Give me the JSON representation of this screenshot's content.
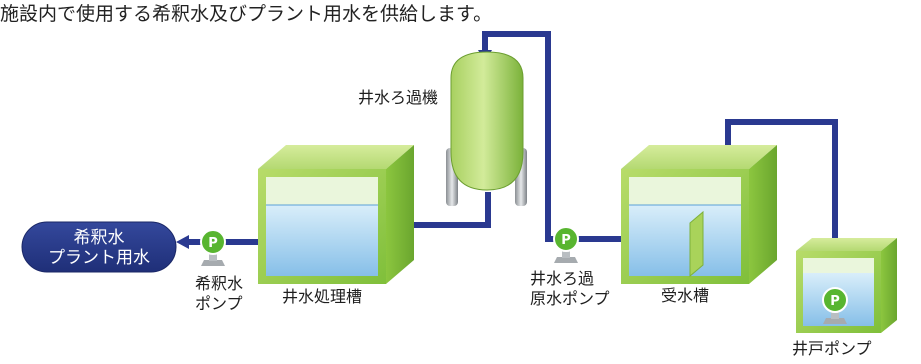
{
  "title": "施設内で使用する希釈水及びプラント用水を供給します。",
  "labels": {
    "filter": "井水ろ過機",
    "dilution_pump": [
      "希釈水",
      "ポンプ"
    ],
    "treatment_tank": "井水処理槽",
    "raw_pump": [
      "井水ろ過",
      "原水ポンプ"
    ],
    "receiving_tank": "受水槽",
    "well_pump": "井戸ポンプ"
  },
  "output": [
    "希釈水",
    "プラント用水"
  ],
  "pump_symbol": "P",
  "colors": {
    "pipe": "#2a3990",
    "tank_green": "#8cc63f",
    "tank_green_light": "#c4e080",
    "water": "#8fc6ea",
    "pump_green": "#58b530",
    "output_navy": "#283c8c"
  },
  "icons": [
    "pump-icon",
    "arrow-icon"
  ]
}
